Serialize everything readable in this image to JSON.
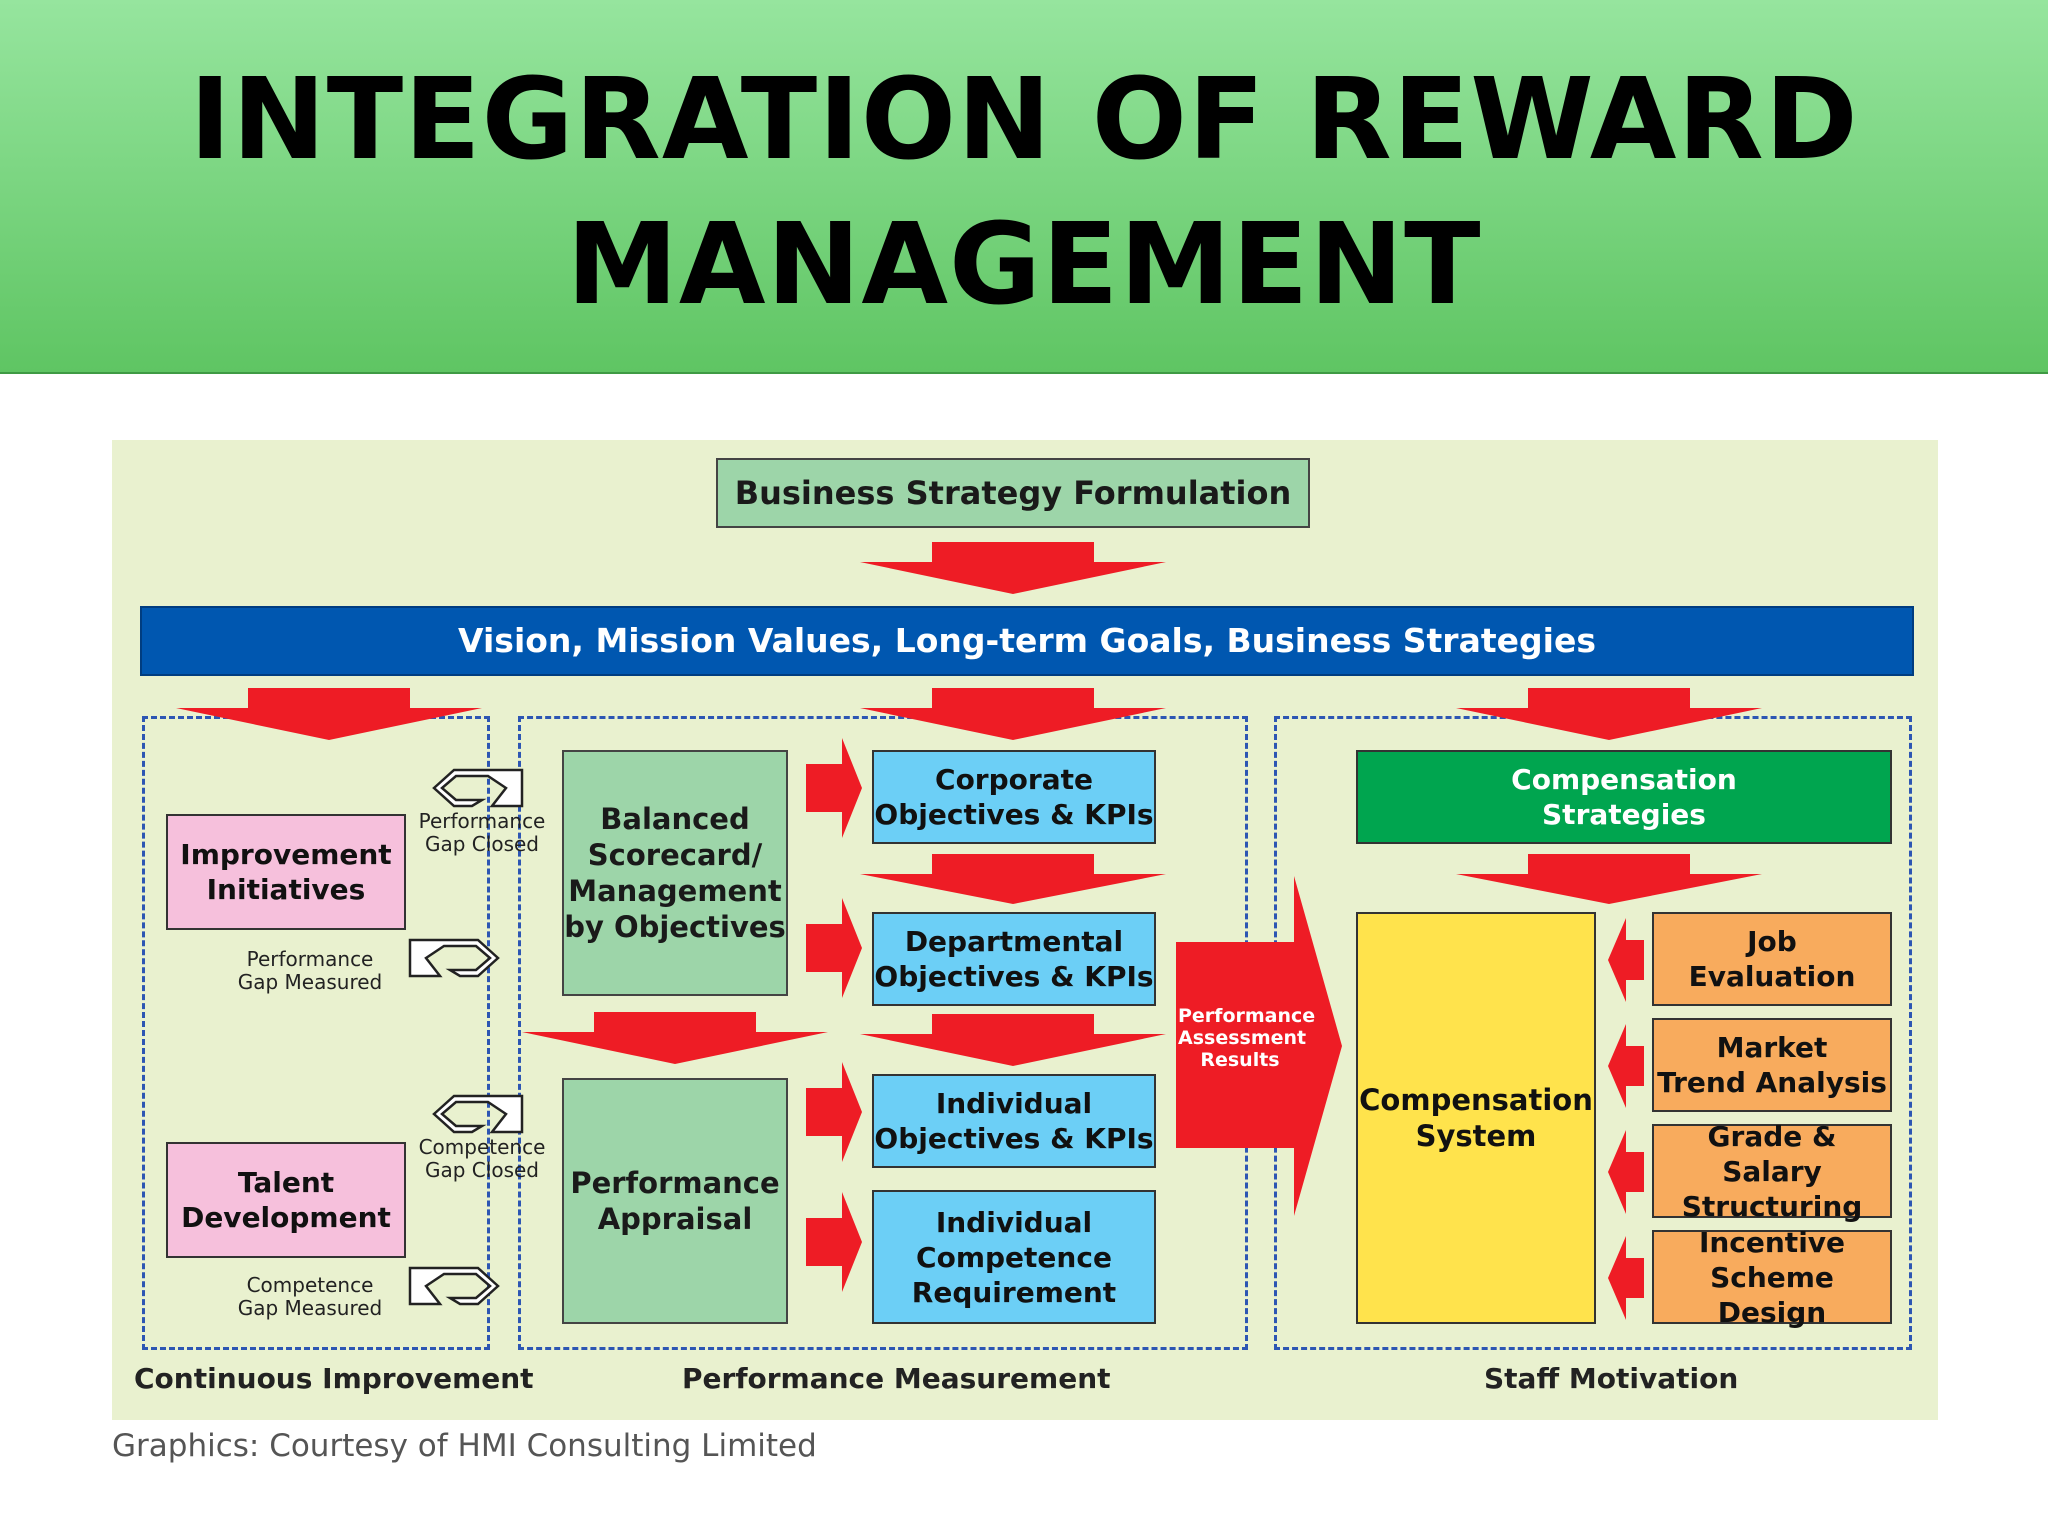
{
  "title": {
    "line1": "INTEGRATION OF REWARD",
    "line2": "MANAGEMENT"
  },
  "diagram": {
    "strategy_formulation": "Business Strategy Formulation",
    "vision_bar": "Vision, Mission Values, Long-term Goals, Business Strategies",
    "improvement_initiatives": "Improvement\nInitiatives",
    "talent_development": "Talent\nDevelopment",
    "performance_gap_closed": "Performance\nGap Closed",
    "performance_gap_measured": "Performance\nGap Measured",
    "competence_gap_closed": "Competence\nGap Closed",
    "competence_gap_measured": "Competence\nGap Measured",
    "balanced_scorecard": "Balanced\nScorecard/\nManagement\nby Objectives",
    "performance_appraisal": "Performance\nAppraisal",
    "corporate_objectives": "Corporate\nObjectives & KPIs",
    "departmental_objectives": "Departmental\nObjectives & KPIs",
    "individual_objectives": "Individual\nObjectives & KPIs",
    "individual_competence": "Individual\nCompetence\nRequirement",
    "performance_assessment_results": "Performance\nAssessment\nResults",
    "compensation_strategies": "Compensation\nStrategies",
    "compensation_system": "Compensation\nSystem",
    "job_evaluation": "Job\nEvaluation",
    "market_trend_analysis": "Market\nTrend Analysis",
    "grade_salary_structuring": "Grade & Salary\nStructuring",
    "incentive_scheme_design": "Incentive\nScheme Design",
    "section_continuous_improvement": "Continuous Improvement",
    "section_performance_measurement": "Performance Measurement",
    "section_staff_motivation": "Staff Motivation"
  },
  "credit": "Graphics: Courtesy of HMI Consulting Limited",
  "colors": {
    "header_green": "#5fc563",
    "panel_background": "#e9f1cf",
    "arrow_red": "#ee1c25",
    "vision_blue": "#0057b0",
    "strategy_dark_green": "#00a54f",
    "system_yellow": "#ffe34c",
    "objective_blue": "#6ccff6",
    "initiative_pink": "#f6c0dc",
    "factor_orange": "#f8ab5d",
    "scorecard_green": "#9dd5a9",
    "dashed_border_blue": "#2d56b3"
  },
  "icons": [
    "red-down-arrow",
    "red-right-arrow",
    "red-left-arrow",
    "gap-arrow-icon"
  ]
}
